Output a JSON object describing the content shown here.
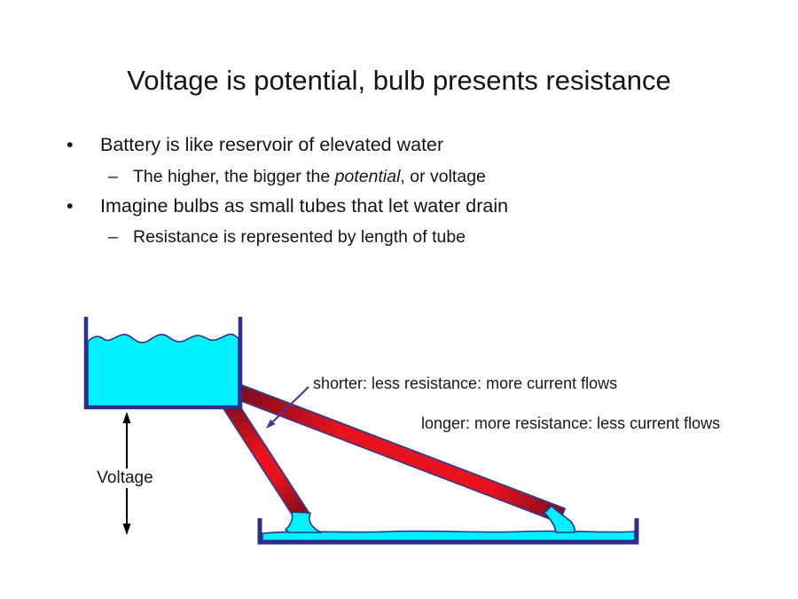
{
  "slide": {
    "title": "Voltage is potential, bulb presents resistance",
    "bullets": {
      "bullet_glyph": "•",
      "dash_glyph": "–",
      "item1": "Battery is like reservoir of elevated water",
      "item1_sub_pre": "The higher, the bigger the ",
      "item1_sub_italic": "potential",
      "item1_sub_post": ", or voltage",
      "item2": "Imagine bulbs as small tubes that let water drain",
      "item2_sub": "Resistance is represented by length of tube"
    },
    "diagram": {
      "shorter_label": "shorter: less resistance: more current flows",
      "longer_label": "longer: more resistance: less current flows",
      "voltage_label": "Voltage",
      "colors": {
        "water_fill": "#00F2FF",
        "water_outline": "#2C2F8F",
        "tank_outline": "#2C2F8F",
        "tube_bright": "#E8131C",
        "tube_dark": "#7E0D1C",
        "tube_outline": "#3A3A8C",
        "annotation_arrow": "#3C3F90",
        "voltage_arrow": "#000000"
      }
    }
  }
}
